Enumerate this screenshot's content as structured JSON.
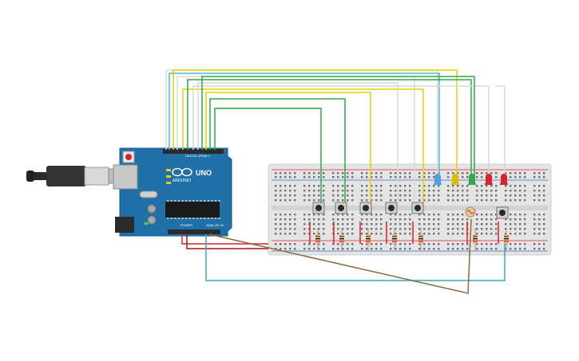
{
  "board": {
    "brand": "ARDUINO",
    "model": "UNO",
    "digital_label": "DIGITAL (PWM~)",
    "power_label": "POWER",
    "analog_label": "ANALOG IN"
  },
  "colors": {
    "board": "#1f6fa8",
    "board_dark": "#155a8c",
    "breadboard": "#e6e6e6",
    "wire_yellow": "#e8d000",
    "wire_green": "#2ea84a",
    "wire_cyan": "#4db8d8",
    "wire_white": "#d8d8d8",
    "wire_red": "#d8232a",
    "wire_dark_red": "#9e1b1b",
    "wire_brown": "#8a6a3a",
    "wire_teal": "#3aa6c4"
  },
  "components": {
    "buttons": 6,
    "leds": [
      "blue",
      "yellow",
      "green",
      "red",
      "red"
    ],
    "resistors": 7,
    "photoresistor": 1
  }
}
